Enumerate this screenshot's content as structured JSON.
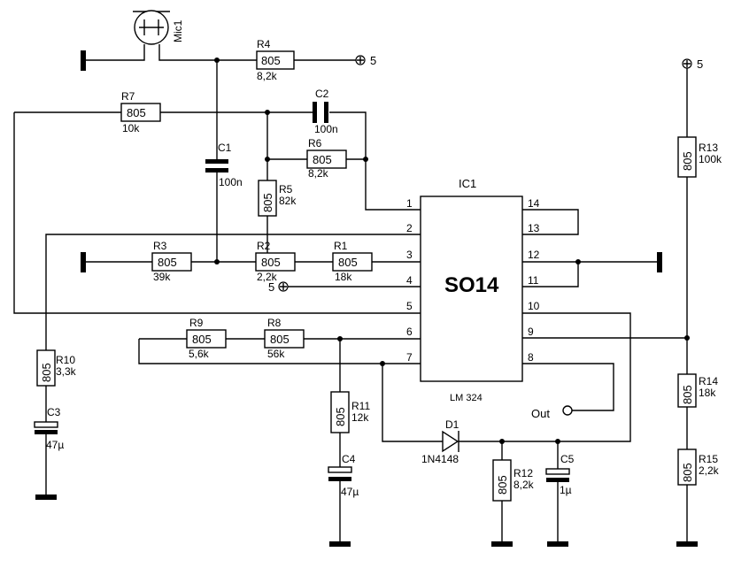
{
  "ic": {
    "ref": "IC1",
    "package": "SO14",
    "part": "LM 324",
    "pins": [
      "1",
      "2",
      "3",
      "4",
      "5",
      "6",
      "7",
      "8",
      "9",
      "10",
      "11",
      "12",
      "13",
      "14"
    ]
  },
  "resistors": [
    {
      "ref": "R1",
      "body": "805",
      "value": "18k"
    },
    {
      "ref": "R2",
      "body": "805",
      "value": "2,2k"
    },
    {
      "ref": "R3",
      "body": "805",
      "value": "39k"
    },
    {
      "ref": "R4",
      "body": "805",
      "value": "8,2k"
    },
    {
      "ref": "R5",
      "body": "805",
      "value": "82k"
    },
    {
      "ref": "R6",
      "body": "805",
      "value": "8,2k"
    },
    {
      "ref": "R7",
      "body": "805",
      "value": "10k"
    },
    {
      "ref": "R8",
      "body": "805",
      "value": "56k"
    },
    {
      "ref": "R9",
      "body": "805",
      "value": "5,6k"
    },
    {
      "ref": "R10",
      "body": "805",
      "value": "3,3k"
    },
    {
      "ref": "R11",
      "body": "805",
      "value": "12k"
    },
    {
      "ref": "R12",
      "body": "805",
      "value": "8,2k"
    },
    {
      "ref": "R13",
      "body": "805",
      "value": "100k"
    },
    {
      "ref": "R14",
      "body": "805",
      "value": "18k"
    },
    {
      "ref": "R15",
      "body": "805",
      "value": "2,2k"
    }
  ],
  "capacitors": [
    {
      "ref": "C1",
      "value": "100n"
    },
    {
      "ref": "C2",
      "value": "100n"
    },
    {
      "ref": "C3",
      "value": "47µ"
    },
    {
      "ref": "C4",
      "value": "47µ"
    },
    {
      "ref": "C5",
      "value": "1µ"
    }
  ],
  "diode": {
    "ref": "D1",
    "value": "1N4148"
  },
  "microphone": {
    "ref": "Mic1"
  },
  "supply_label": "5",
  "output_label": "Out"
}
